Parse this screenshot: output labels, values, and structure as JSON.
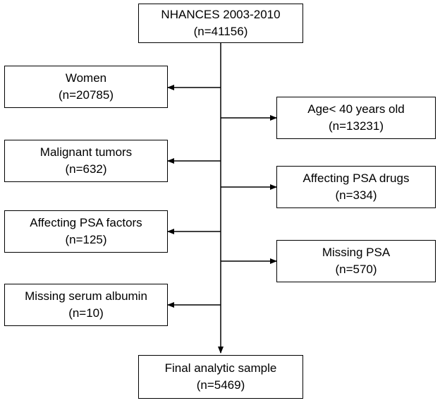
{
  "flowchart": {
    "top": {
      "title": "NHANCES 2003-2010",
      "count": "(n=41156)"
    },
    "excluded_left": [
      {
        "title": "Women",
        "count": "(n=20785)"
      },
      {
        "title": "Malignant tumors",
        "count": "(n=632)"
      },
      {
        "title": "Affecting PSA factors",
        "count": "(n=125)"
      },
      {
        "title": "Missing serum albumin",
        "count": "(n=10)"
      }
    ],
    "excluded_right": [
      {
        "title": "Age< 40 years old",
        "count": "(n=13231)"
      },
      {
        "title": "Affecting PSA drugs",
        "count": "(n=334)"
      },
      {
        "title": "Missing PSA",
        "count": "(n=570)"
      }
    ],
    "final": {
      "title": "Final analytic sample",
      "count": "(n=5469)"
    }
  }
}
